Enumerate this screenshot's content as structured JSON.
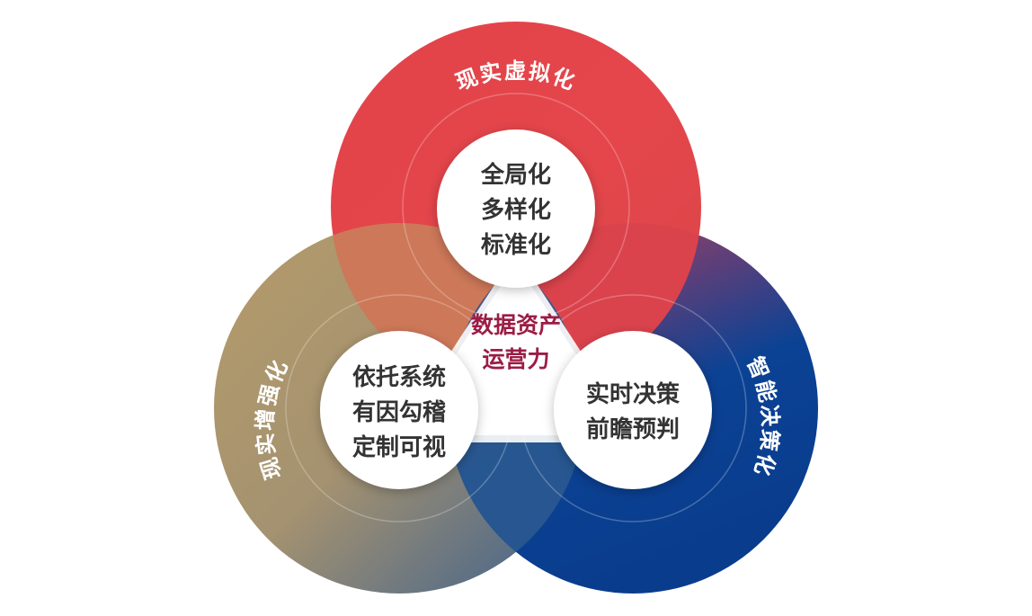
{
  "diagram": {
    "rings": [
      {
        "id": "top",
        "label": "现实虚拟化",
        "inner_lines": [
          "全局化",
          "多样化",
          "标准化"
        ]
      },
      {
        "id": "left",
        "label": "现实增强化",
        "inner_lines": [
          "依托系统",
          "有因勾稽",
          "定制可视"
        ]
      },
      {
        "id": "right",
        "label": "智能决策化",
        "inner_lines": [
          "实时决策",
          "前瞻预判"
        ]
      }
    ],
    "center": {
      "lines": [
        "数据资产",
        "运营力"
      ]
    },
    "colors": {
      "red": "#e2434a",
      "gold": "#b59b6a",
      "navy": "#0a3c8d",
      "slate": "#4d6e8f",
      "center_text": "#9b1c45",
      "inner_text": "#333333",
      "white": "#ffffff"
    }
  }
}
